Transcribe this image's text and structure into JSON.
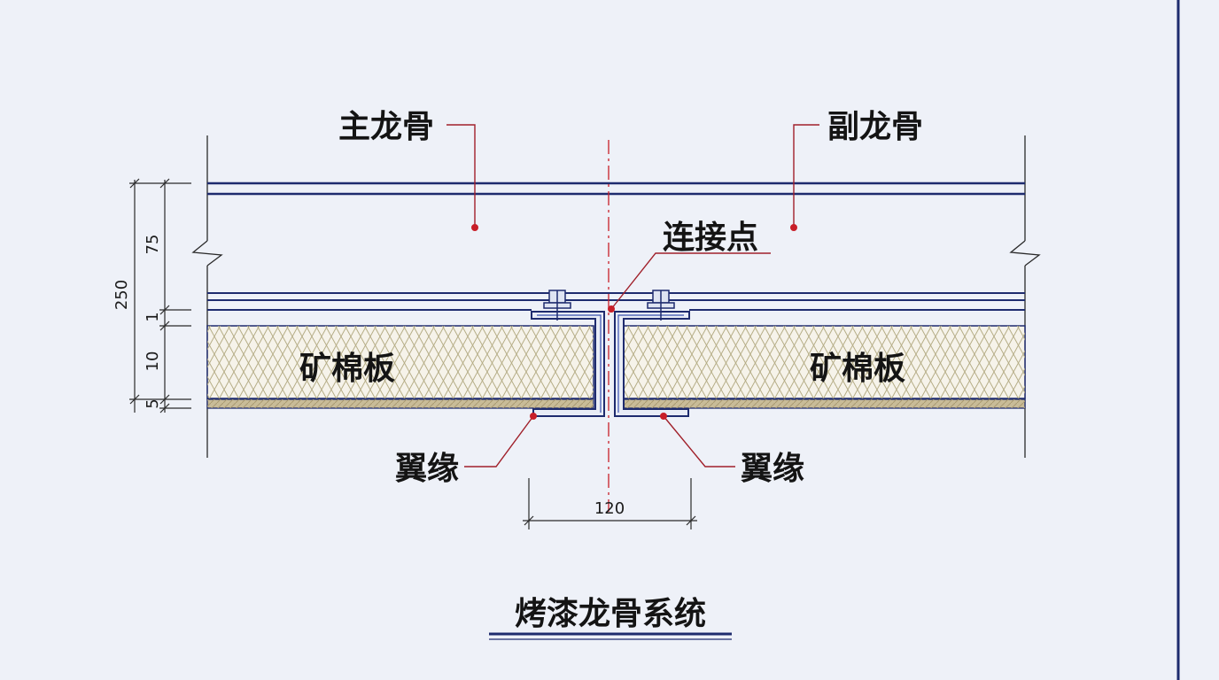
{
  "labels": {
    "main_keel": "主龙骨",
    "secondary_keel": "副龙骨",
    "connection_point": "连接点",
    "mineral_board_left": "矿棉板",
    "mineral_board_right": "矿棉板",
    "flange_left": "翼缘",
    "flange_right": "翼缘"
  },
  "dimensions": {
    "total": "250",
    "keel_height": "75",
    "gap": "1",
    "board": "10",
    "base": "5",
    "width": "120"
  },
  "title": "烤漆龙骨系统",
  "colors": {
    "background": "#eef1f8",
    "structure_line": "#1e2b6e",
    "leader_line": "#a0202a",
    "centerline": "#c81e28",
    "dimension_line": "#2a2a2a",
    "insulation_pattern": "#b5ad86",
    "base_layer": "#c9bc98"
  }
}
